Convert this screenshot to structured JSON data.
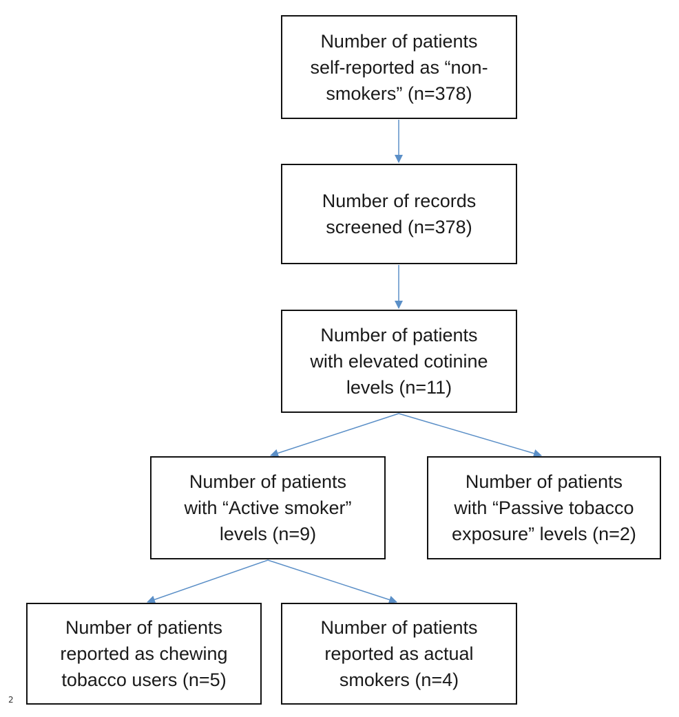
{
  "colors": {
    "arrow": "#5b8fc7",
    "box_border": "#111111",
    "text": "#1a1a1a",
    "background": "#ffffff"
  },
  "boxes": {
    "self_reported": {
      "line1": "Number of patients",
      "line2": "self-reported as “non-",
      "line3": "smokers” (n=378)"
    },
    "records_screened": {
      "line1": "Number of records",
      "line2": "screened (n=378)"
    },
    "elevated_cotinine": {
      "line1": "Number of patients",
      "line2": "with elevated cotinine",
      "line3": "levels (n=11)"
    },
    "active_smoker": {
      "line1": "Number of patients",
      "line2": "with “Active smoker”",
      "line3": "levels (n=9)"
    },
    "passive_exposure": {
      "line1": "Number of patients",
      "line2": "with “Passive tobacco",
      "line3": "exposure” levels (n=2)"
    },
    "chewing_tobacco": {
      "line1": "Number of patients",
      "line2": "reported as chewing",
      "line3": "tobacco users (n=5)"
    },
    "actual_smokers": {
      "line1": "Number of patients",
      "line2": "reported as actual",
      "line3": "smokers (n=4)"
    }
  },
  "footnote": "2"
}
